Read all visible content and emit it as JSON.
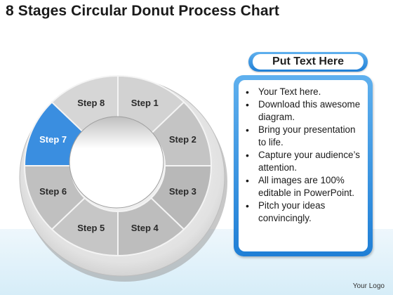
{
  "title": "8 Stages Circular Donut Process Chart",
  "stages": [
    {
      "label": "Step 1",
      "highlight": false
    },
    {
      "label": "Step 2",
      "highlight": false
    },
    {
      "label": "Step 3",
      "highlight": false
    },
    {
      "label": "Step 4",
      "highlight": false
    },
    {
      "label": "Step 5",
      "highlight": false
    },
    {
      "label": "Step 6",
      "highlight": false
    },
    {
      "label": "Step 7",
      "highlight": true
    },
    {
      "label": "Step 8",
      "highlight": false
    }
  ],
  "text_panel": {
    "header": "Put Text Here",
    "bullets": [
      "Your Text here.",
      "Download this awesome diagram.",
      "Bring your presentation to life.",
      "Capture your audience’s attention.",
      "All images are 100% editable in PowerPoint.",
      "Pitch your ideas convincingly."
    ]
  },
  "footer": {
    "logo_text": "Your Logo"
  },
  "colors": {
    "accent": "#2f86dc",
    "segment_highlight": "#3a8ee0",
    "segment_gray": "#bdbdbd",
    "ring": "#e6e6e6"
  }
}
